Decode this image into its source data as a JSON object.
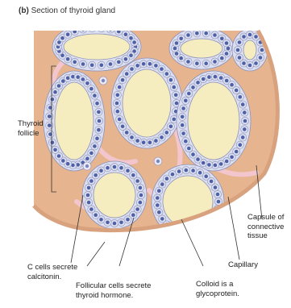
{
  "figure": {
    "panel_letter": "(b)",
    "title": "Section of thyroid gland"
  },
  "labels": {
    "thyroid_follicle": [
      "Thyroid",
      "follicle"
    ],
    "capsule": [
      "Capsule of",
      "connective",
      "tissue"
    ],
    "capillary": "Capillary",
    "c_cells": [
      "C cells secrete",
      "calcitonin."
    ],
    "follicular_cells": [
      "Follicular cells secrete",
      "thyroid hormone."
    ],
    "colloid": [
      "Colloid is a",
      "glycoprotein."
    ]
  },
  "colors": {
    "background": "#ffffff",
    "connective_tissue": "#e6b48e",
    "capillary": "#f2c6cc",
    "follicle_cell": "#dcdff0",
    "cell_outline": "#8a90ba",
    "nucleus": "#4f61a6",
    "colloid": "#f5edbf",
    "capsule": "#d9a27f"
  }
}
